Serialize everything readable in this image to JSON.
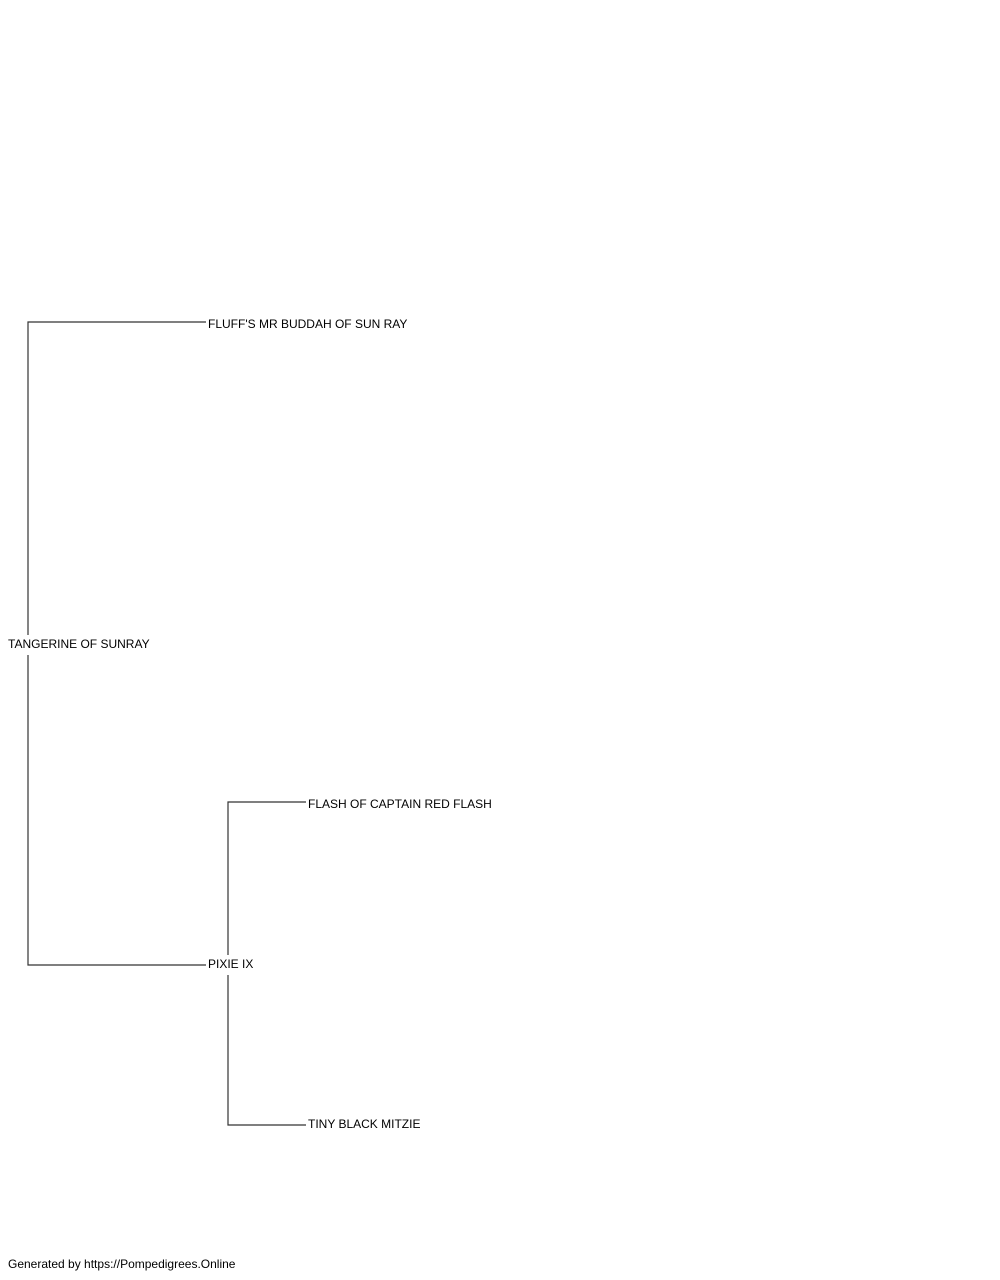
{
  "pedigree": {
    "subject": "TANGERINE OF SUNRAY",
    "sire": "FLUFF'S MR BUDDAH OF SUN RAY",
    "dam": "PIXIE IX",
    "dam_sire": "FLASH OF CAPTAIN RED FLASH",
    "dam_dam": "TINY BLACK MITZIE"
  },
  "footer": {
    "text": "Generated by https://Pompedigrees.Online"
  },
  "colors": {
    "line": "#333333",
    "text": "#000000",
    "background": "#ffffff"
  }
}
